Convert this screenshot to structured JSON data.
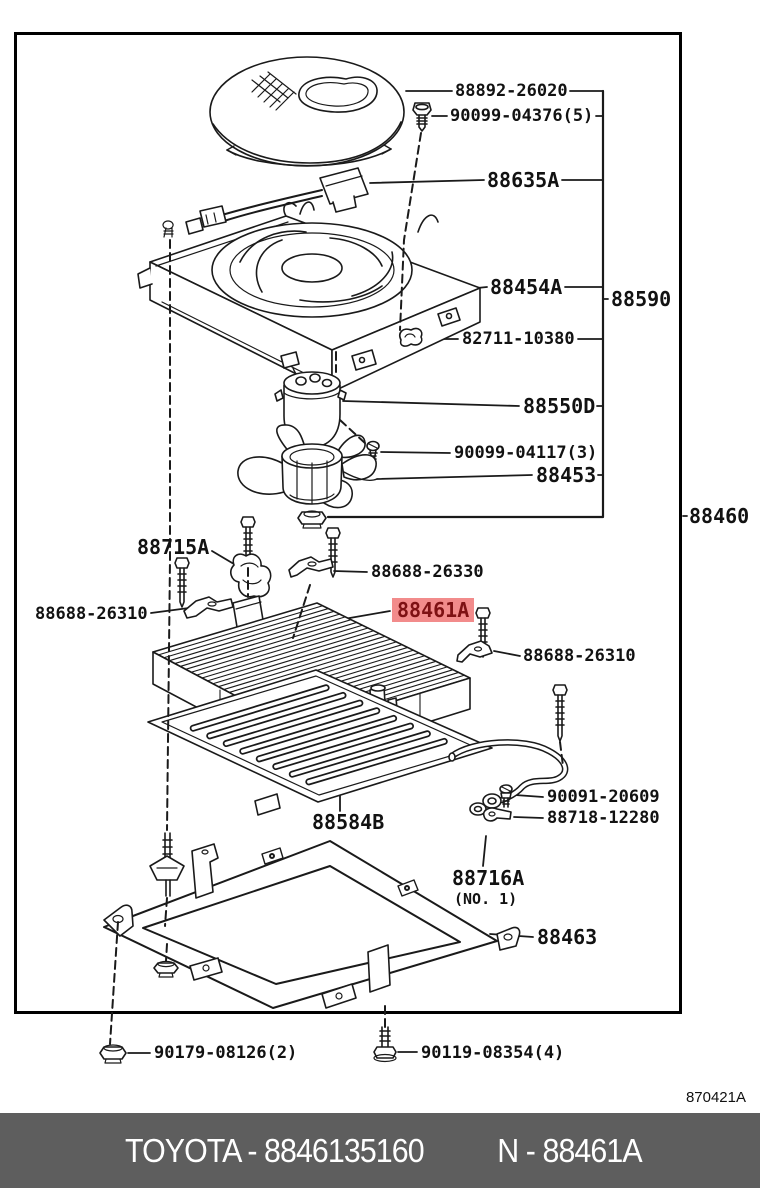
{
  "labels": {
    "l88892": "88892-26020",
    "l90099a": "90099-04376(5)",
    "l88635": "88635A",
    "l88454": "88454A",
    "l88590": "88590",
    "l82711": "82711-10380",
    "l88550": "88550D",
    "l90099b": "90099-04117(3)",
    "l88453": "88453",
    "l88460": "88460",
    "l88715": "88715A",
    "l26330": "88688-26330",
    "l26310_left": "88688-26310",
    "l88461": "88461A",
    "l26310_right": "88688-26310",
    "l90091": "90091-20609",
    "l88718": "88718-12280",
    "l88584": "88584B",
    "l88716": "88716A",
    "l88716_note": "(NO. 1)",
    "l88463": "88463",
    "l90179": "90179-08126(2)",
    "l90119": "90119-08354(4)"
  },
  "watermark": "870421A",
  "footer": {
    "left_text": "TOYOTA - 8846135160",
    "right_text": "N - 88461A"
  },
  "colors": {
    "highlight_bg": "#F28B8B",
    "highlight_text": "#7E1113",
    "footer_bg": "#5E5E5E",
    "line": "#1A1A1A"
  }
}
